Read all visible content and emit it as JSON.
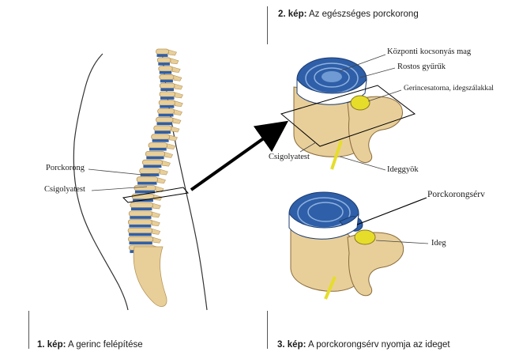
{
  "captions": {
    "cap1": {
      "num": "1. kép:",
      "text": " A gerinc felépítése"
    },
    "cap2": {
      "num": "2. kép:",
      "text": " Az egészséges porckorong"
    },
    "cap3": {
      "num": "3. kép:",
      "text": " A porckorongsérv nyomja az ideget"
    }
  },
  "labels": {
    "porckorong": "Porckorong",
    "csigolyatest_left": "Csigolyatest",
    "kozponti": "Központi kocsonyás mag",
    "rostos": "Rostos gyűrűk",
    "gerinccsatorna": "Gerincesatorna, idegszálakkal",
    "csigolyatest_right": "Csigolyatest",
    "ideggyok": "Ideggyök",
    "porckorongserv": "Porckorongsérv",
    "ideg": "Ideg"
  },
  "colors": {
    "bone": "#e8cf9a",
    "bone_dark": "#b8965a",
    "disc": "#2f5fa8",
    "disc_light": "#6f9ad4",
    "nerve": "#e6dd2a"
  }
}
